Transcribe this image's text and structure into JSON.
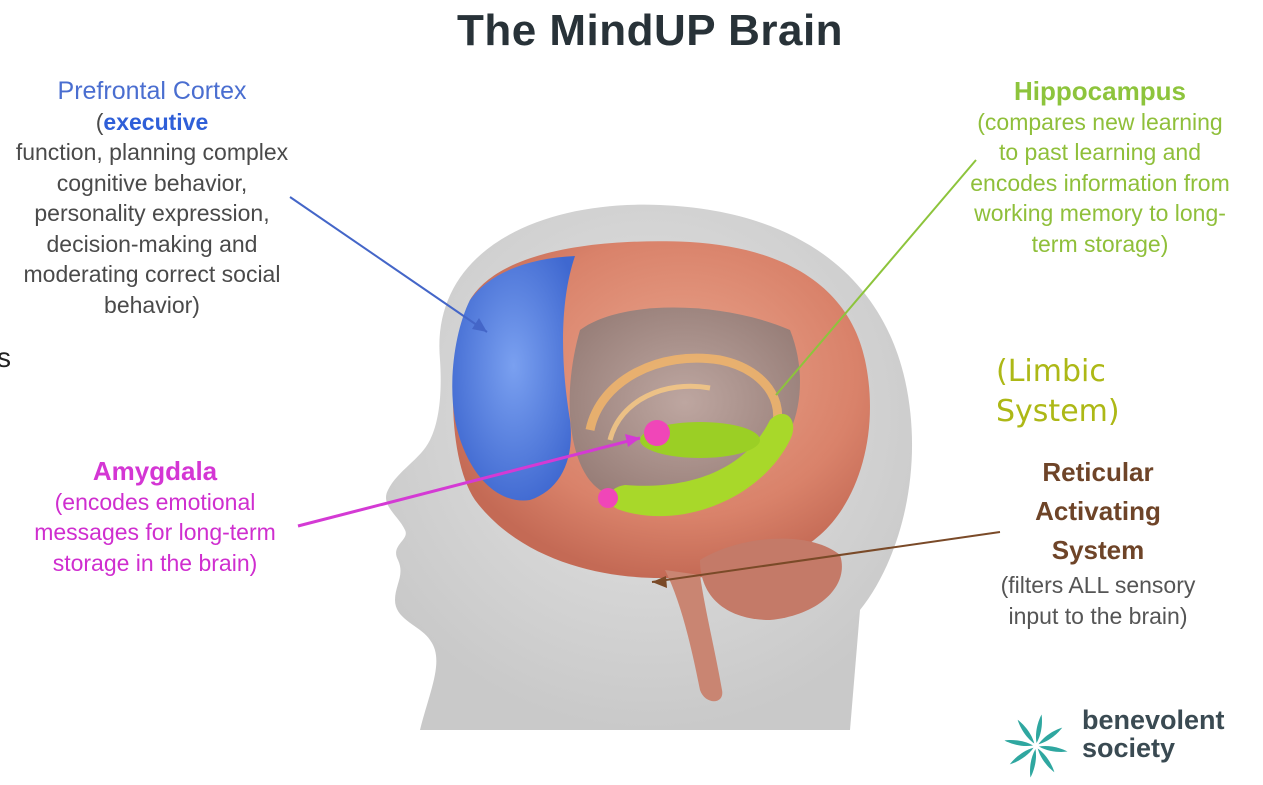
{
  "title": "The MindUP Brain",
  "prefrontal": {
    "heading": "Prefrontal Cortex",
    "open": "(",
    "emph": "executive",
    "body": "function, planning complex cognitive behavior, personality expression, decision-making and moderating correct social behavior)"
  },
  "amygdala": {
    "heading": "Amygdala",
    "body": "(encodes emotional messages for long-term storage in the brain)"
  },
  "hippocampus": {
    "heading": "Hippocampus",
    "body": "(compares new learning to past learning and encodes information from working memory to long-term storage)"
  },
  "reticular": {
    "heading": "Reticular Activating System",
    "body": "(filters ALL sensory input to the brain)"
  },
  "limbic_overlay": "(Limbic System)",
  "stray_glyph": "s",
  "logo": {
    "line1": "benevolent",
    "line2": "society"
  },
  "colors": {
    "prefrontal_blue": "#5a7fe0",
    "amygdala_pink": "#e040d8",
    "hippocampus_green": "#9acd32",
    "reticular_brown": "#7a4a28",
    "logo_teal": "#2fa7a0"
  }
}
